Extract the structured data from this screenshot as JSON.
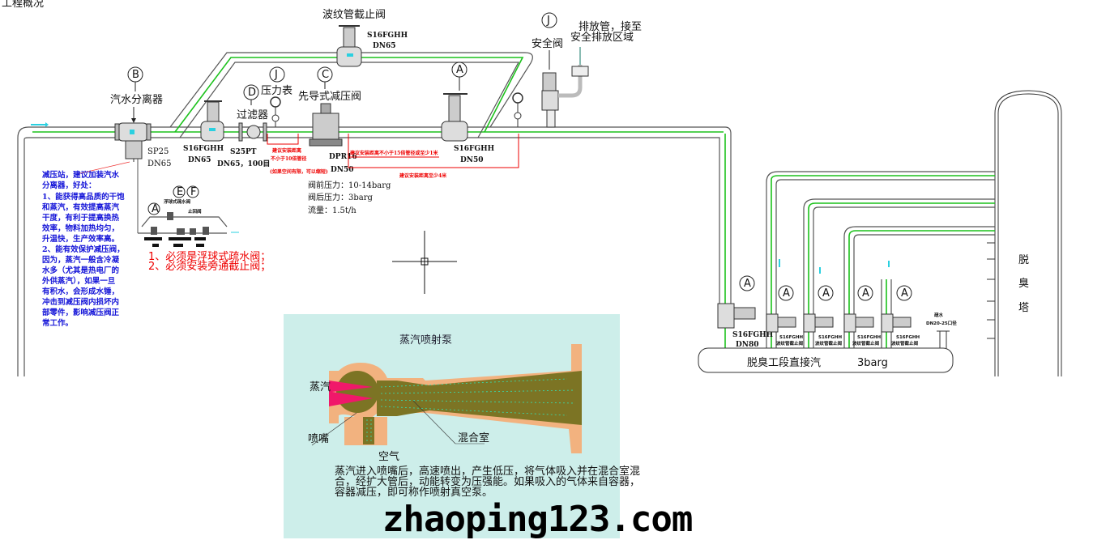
{
  "header_fragment": "工程概况",
  "main_line": {
    "separator": {
      "tag": "B",
      "name": "汽水分离器",
      "model": "SP25",
      "size": "DN65"
    },
    "valve1": {
      "model": "S16FGHH",
      "size": "DN65"
    },
    "strainer": {
      "tag": "D",
      "name": "过滤器",
      "model": "S25PT",
      "size": "DN65，100目"
    },
    "gauge1": {
      "tag": "J",
      "name": "压力表"
    },
    "prv": {
      "tag": "C",
      "name": "先导式减压阀",
      "model": "DPR16",
      "size": "DN50"
    },
    "bypass_valve": {
      "name": "波纹管截止阀",
      "model": "S16FGHH",
      "size": "DN65"
    },
    "valve2": {
      "tag": "A",
      "model": "S16FGHH",
      "size": "DN50"
    },
    "safety_valve": {
      "tag": "J",
      "name": "安全阀"
    },
    "vent_note": [
      "排放管，接至",
      "安全排放区域"
    ]
  },
  "red_notes": {
    "upstream": [
      "建议安装距离",
      "不小于10倍管径",
      "(如果空间有限，可以缩短)"
    ],
    "downstream": "建议安装距离不小于15倍管径或至少1米",
    "total": "建议安装距离至少4米"
  },
  "prv_specs": [
    "阀前压力：10-14barg",
    "阀后压力：3barg",
    "流量：1.5t/h"
  ],
  "trap_station": {
    "tags": [
      "A",
      "E",
      "F"
    ],
    "label_float": "浮球式疏水阀",
    "label_check": "止回阀",
    "notes": [
      "1、必须是浮球式疏水阀；",
      "2、必须安装旁通截止阀；"
    ]
  },
  "blue_note": [
    "减压站，建议加装汽水",
    "分离器，好处：",
    "1、能获得高品质的干饱",
    "和蒸汽，有效提高蒸汽",
    "干度，有利于提高换热",
    "效率，物料加热均匀，",
    "升温快，生产效率高。",
    "2、能有效保护减压阀，",
    "因为，蒸汽一般含冷凝",
    "水多（尤其是热电厂的",
    "外供蒸汽），如果一旦",
    "有积水，会形成水锤，",
    "冲击到减压阀内损坏内",
    "部零件，影响减压阀正",
    "常工作。"
  ],
  "header_manifold": {
    "label": "脱臭工段直接汽",
    "pressure": "3barg",
    "inlet_valve": {
      "tag": "A",
      "model": "S16FGHH",
      "size": "DN80"
    },
    "branch_valves": [
      {
        "tag": "A",
        "model": "S16FGHH",
        "name": "波纹管截止阀"
      },
      {
        "tag": "A",
        "model": "S16FGHH",
        "name": "波纹管截止阀"
      },
      {
        "tag": "A",
        "model": "S16FGHH",
        "name": "波纹管截止阀"
      },
      {
        "tag": "A",
        "model": "S16FGHH",
        "name": "波纹管截止阀"
      }
    ],
    "drain": [
      "疏水",
      "DN20-25口径"
    ]
  },
  "tower": {
    "label": [
      "脱",
      "臭",
      "塔"
    ]
  },
  "ejector": {
    "title": "蒸汽喷射泵",
    "labels": {
      "steam": "蒸汽",
      "nozzle": "喷嘴",
      "mixing": "混合室",
      "air": "空气"
    },
    "description": [
      "蒸汽进入喷嘴后，高速喷出，产生低压，将气体吸入并在混合室混",
      "合，经扩大管后，动能转变为压强能。如果吸入的气体来自容器，",
      "容器减压，即可称作喷射真空泵。"
    ]
  },
  "watermark": "zhaoping123.com",
  "colors": {
    "pipe_green": "#1cc21c",
    "note_red": "#e00000",
    "note_blue": "#1515d8",
    "ejector_bg": "#cdeeea",
    "ejector_body": "#f2b27f",
    "ejector_fluid": "#7c7424"
  }
}
